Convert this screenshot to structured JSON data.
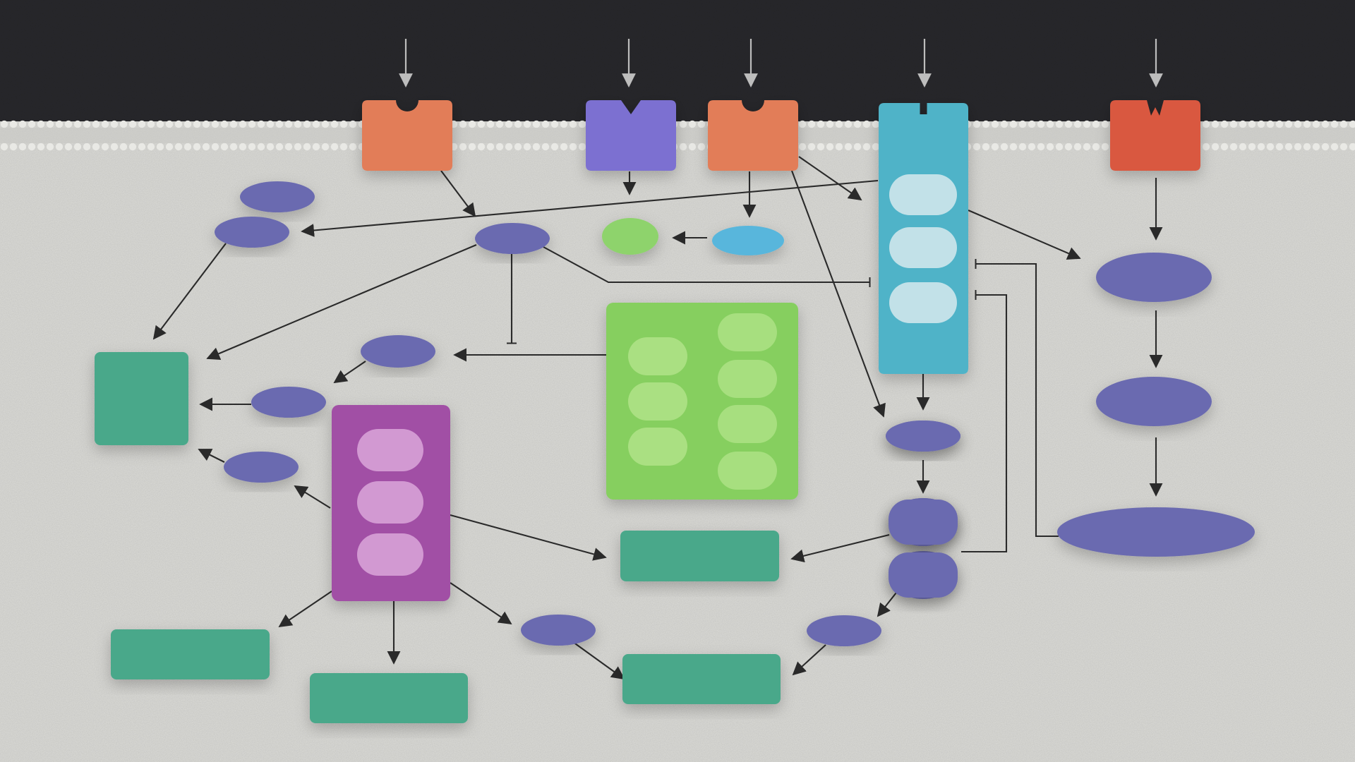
{
  "colors": {
    "extracellular": "#2b2b2d",
    "cytoplasm": "#dcdcd8",
    "membrane_bead": "#e9e9e5",
    "receptor_orange": "#e27d58",
    "receptor_purple": "#7b6fd1",
    "receptor_red": "#d9593f",
    "receptor_cyan": "#4fb3c8",
    "node_blue": "#6a6ab0",
    "node_lightblue": "#58b6dc",
    "node_green": "#8ed36c",
    "complex_green": "#86cf5e",
    "complex_magenta": "#a14fa5",
    "target_teal": "#4aa88a",
    "subunit": "#dcecef",
    "edge": "#2a2a2a",
    "signal": "#bdbdbd"
  },
  "diagram": {
    "nodes": [
      {
        "id": "receptor-1",
        "kind": "receptor-round-notch",
        "color": "receptor_orange"
      },
      {
        "id": "receptor-2",
        "kind": "receptor-v-notch",
        "color": "receptor_purple"
      },
      {
        "id": "receptor-3",
        "kind": "receptor-round-notch",
        "color": "receptor_orange"
      },
      {
        "id": "receptor-4",
        "kind": "receptor-tall-slot",
        "color": "receptor_cyan",
        "subunits": 3
      },
      {
        "id": "receptor-5",
        "kind": "receptor-w-notch",
        "color": "receptor_red"
      },
      {
        "id": "node-a",
        "kind": "ellipse",
        "color": "node_blue"
      },
      {
        "id": "node-b",
        "kind": "ellipse",
        "color": "node_blue"
      },
      {
        "id": "node-c",
        "kind": "ellipse",
        "color": "node_blue"
      },
      {
        "id": "node-d",
        "kind": "ellipse",
        "color": "node_green"
      },
      {
        "id": "node-e",
        "kind": "ellipse",
        "color": "node_lightblue"
      },
      {
        "id": "node-f",
        "kind": "ellipse",
        "color": "node_blue"
      },
      {
        "id": "node-g",
        "kind": "ellipse",
        "color": "node_blue"
      },
      {
        "id": "node-h",
        "kind": "ellipse",
        "color": "node_blue"
      },
      {
        "id": "node-i",
        "kind": "ellipse",
        "color": "node_blue"
      },
      {
        "id": "node-j",
        "kind": "ellipse",
        "color": "node_blue"
      },
      {
        "id": "node-k",
        "kind": "ellipse",
        "color": "node_blue"
      },
      {
        "id": "node-l",
        "kind": "ellipse",
        "color": "node_blue"
      },
      {
        "id": "node-m",
        "kind": "ellipse",
        "color": "node_blue"
      },
      {
        "id": "node-n",
        "kind": "ellipse",
        "color": "node_blue"
      },
      {
        "id": "node-o",
        "kind": "ellipse",
        "color": "node_blue"
      },
      {
        "id": "node-p",
        "kind": "ellipse",
        "color": "node_blue"
      },
      {
        "id": "node-q",
        "kind": "ellipse",
        "color": "node_blue"
      },
      {
        "id": "node-r",
        "kind": "ellipse",
        "color": "node_blue"
      },
      {
        "id": "complex-green",
        "kind": "complex",
        "color": "complex_green",
        "subunits": 7
      },
      {
        "id": "complex-magenta",
        "kind": "complex",
        "color": "complex_magenta",
        "subunits": 3
      },
      {
        "id": "target-1",
        "kind": "target",
        "color": "target_teal"
      },
      {
        "id": "target-2",
        "kind": "target",
        "color": "target_teal"
      },
      {
        "id": "target-3",
        "kind": "target",
        "color": "target_teal"
      },
      {
        "id": "target-4",
        "kind": "target",
        "color": "target_teal"
      },
      {
        "id": "target-5",
        "kind": "target",
        "color": "target_teal"
      },
      {
        "id": "target-6",
        "kind": "target",
        "color": "target_teal"
      }
    ],
    "signals": [
      "receptor-1",
      "receptor-2",
      "receptor-3",
      "receptor-4",
      "receptor-5"
    ],
    "edges": [
      {
        "from": "receptor-1",
        "to": "node-c",
        "type": "activates"
      },
      {
        "from": "receptor-2",
        "to": "node-d",
        "type": "activates"
      },
      {
        "from": "receptor-3",
        "to": "node-e",
        "type": "activates"
      },
      {
        "from": "receptor-3",
        "to": "receptor-4",
        "type": "activates"
      },
      {
        "from": "receptor-3",
        "to": "node-l",
        "type": "activates"
      },
      {
        "from": "node-e",
        "to": "node-d",
        "type": "activates"
      },
      {
        "from": "receptor-4",
        "to": "node-b",
        "type": "activates"
      },
      {
        "from": "receptor-4",
        "to": "node-p",
        "type": "activates"
      },
      {
        "from": "receptor-4",
        "to": "node-l",
        "type": "activates"
      },
      {
        "from": "node-c",
        "to": "receptor-4",
        "type": "inhibits"
      },
      {
        "from": "node-c",
        "to": "target-1",
        "type": "activates"
      },
      {
        "from": "node-c",
        "to": "complex-green",
        "type": "inhibits"
      },
      {
        "from": "node-b",
        "to": "target-1",
        "type": "activates"
      },
      {
        "from": "complex-green",
        "to": "node-f",
        "type": "activates"
      },
      {
        "from": "node-f",
        "to": "node-g",
        "type": "activates"
      },
      {
        "from": "node-g",
        "to": "target-1",
        "type": "activates"
      },
      {
        "from": "node-h",
        "to": "target-1",
        "type": "activates"
      },
      {
        "from": "complex-magenta",
        "to": "node-h",
        "type": "activates"
      },
      {
        "from": "complex-magenta",
        "to": "target-2",
        "type": "activates"
      },
      {
        "from": "complex-magenta",
        "to": "target-3",
        "type": "activates"
      },
      {
        "from": "complex-magenta",
        "to": "target-4",
        "type": "activates"
      },
      {
        "from": "complex-magenta",
        "to": "node-i",
        "type": "activates"
      },
      {
        "from": "node-i",
        "to": "target-5",
        "type": "activates"
      },
      {
        "from": "node-l",
        "to": "node-m",
        "type": "activates"
      },
      {
        "from": "node-m",
        "to": "target-2",
        "type": "activates"
      },
      {
        "from": "node-m",
        "to": "receptor-4",
        "type": "inhibits"
      },
      {
        "from": "node-n",
        "to": "node-o",
        "type": "activates"
      },
      {
        "from": "node-o",
        "to": "target-5",
        "type": "activates"
      },
      {
        "from": "receptor-5",
        "to": "node-p",
        "type": "activates"
      },
      {
        "from": "node-p",
        "to": "node-q",
        "type": "activates"
      },
      {
        "from": "node-q",
        "to": "node-r",
        "type": "activates"
      },
      {
        "from": "node-r",
        "to": "receptor-4",
        "type": "inhibits"
      }
    ]
  }
}
